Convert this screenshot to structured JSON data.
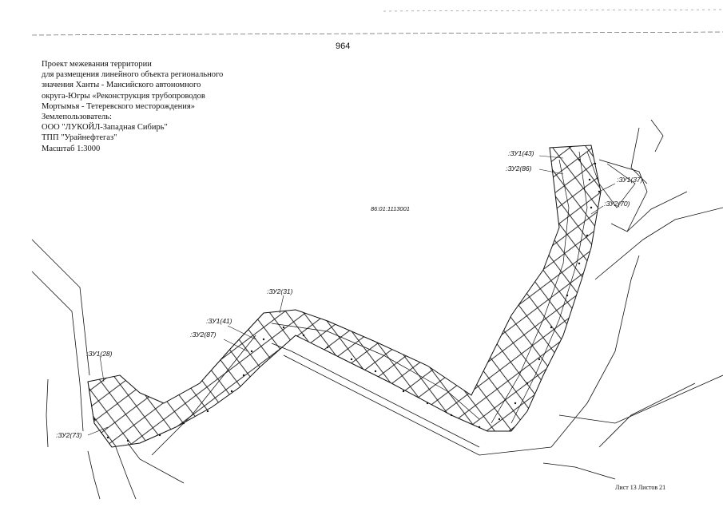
{
  "page_number": "964",
  "header_lines": [
    "Проект межевания территории",
    "для размещения линейного объекта регионального",
    "значения Ханты - Мансийского автономного",
    "округа-Югры «Реконструкция трубопроводов",
    "Мортымья - Тетеревского месторождения»",
    "Землепользователь:",
    "ООО \"ЛУКОЙЛ-Западная Сибирь\"",
    "ТПП \"Урайнефтегаз\"",
    "Масштаб 1:3000"
  ],
  "cadastral_block": "86:01:1113001",
  "plot_labels": {
    "zu1_43": ":ЗУ1(43)",
    "zu2_86": ":ЗУ2(86)",
    "zu1_37": ":ЗУ1(37)",
    "zu2_70": ":ЗУ2(70)",
    "zu2_31": ":ЗУ2(31)",
    "zu1_41": ":ЗУ1(41)",
    "zu2_87": ":ЗУ2(87)",
    "zu1_28": ":ЗУ1(28)",
    "zu2_73": ":ЗУ2(73)"
  },
  "sheet_info": "Лист 13 Листов 21"
}
